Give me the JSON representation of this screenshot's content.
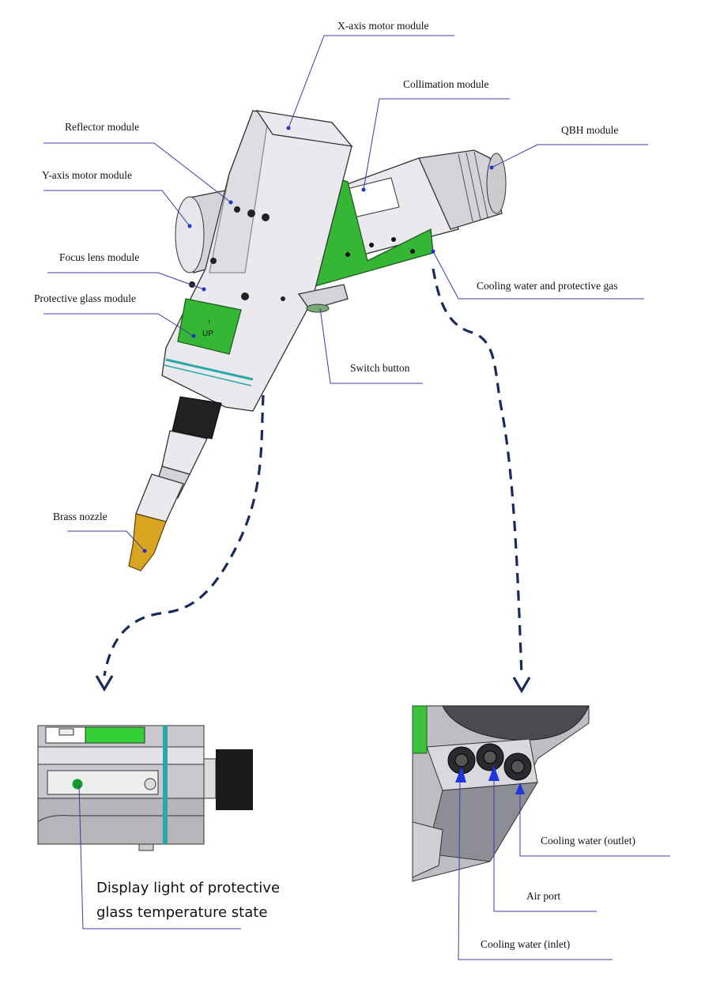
{
  "labels": {
    "x_axis_motor": "X-axis motor module",
    "collimation": "Collimation module",
    "qbh": "QBH module",
    "reflector": "Reflector module",
    "y_axis_motor": "Y-axis motor module",
    "focus_lens": "Focus lens module",
    "protective_glass": "Protective glass module",
    "cooling_gas": "Cooling water and protective gas",
    "switch_button": "Switch button",
    "brass_nozzle": "Brass nozzle"
  },
  "inset_left": {
    "line1": "Display light of protective",
    "line2": "glass temperature state"
  },
  "inset_right": {
    "outlet": "Cooling water (outlet)",
    "air_port": "Air port",
    "inlet": "Cooling water (inlet)"
  },
  "colors": {
    "accent_green": "#35b735",
    "dash": "#1b2a5a",
    "leader": "#3c3ca0"
  }
}
